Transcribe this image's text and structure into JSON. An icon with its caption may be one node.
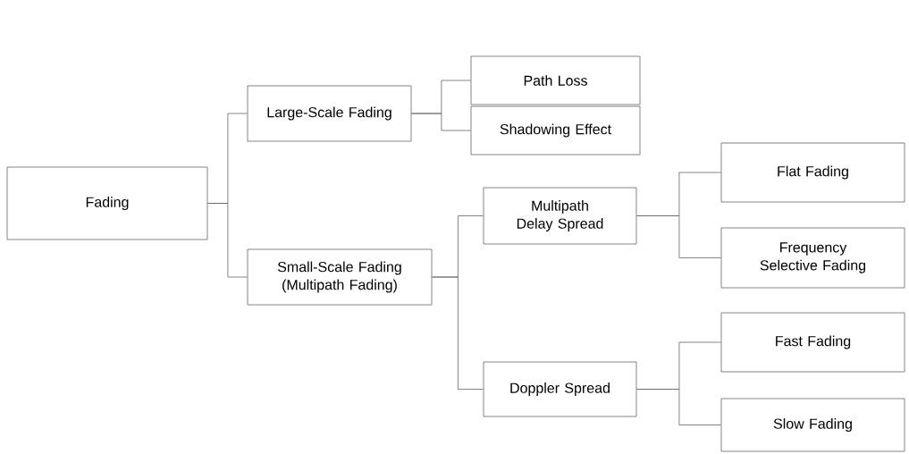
{
  "diagram": {
    "nodes": [
      {
        "text": [
          "Fading"
        ]
      },
      {
        "text": [
          "Large-Scale Fading"
        ]
      },
      {
        "text": [
          "Small-Scale Fading (Multipath Fading)"
        ]
      },
      {
        "text": [
          "Path Loss"
        ]
      },
      {
        "text": [
          "Shadowing Effect"
        ]
      },
      {
        "text": [
          "Multipath Delay Spread"
        ]
      },
      {
        "text": [
          "Doppler Spread"
        ]
      },
      {
        "text": [
          "Flat Fading"
        ]
      },
      {
        "text": [
          "Frequency Selective Fading"
        ]
      },
      {
        "text": [
          "Fast Fading"
        ]
      },
      {
        "text": [
          "Slow Fading"
        ]
      }
    ],
    "edges": [
      {
        "from": 0,
        "to": 1,
        "arrow": "none"
      },
      {
        "from": 0,
        "to": 2,
        "arrow": "none"
      },
      {
        "from": 1,
        "to": 3,
        "arrow": "none"
      },
      {
        "from": 1,
        "to": 4,
        "arrow": "none"
      },
      {
        "from": 2,
        "to": 5,
        "arrow": "none"
      },
      {
        "from": 2,
        "to": 6,
        "arrow": "none"
      },
      {
        "from": 5,
        "to": 7,
        "arrow": "none"
      },
      {
        "from": 5,
        "to": 8,
        "arrow": "none"
      },
      {
        "from": 6,
        "to": 9,
        "arrow": "none"
      },
      {
        "from": 6,
        "to": 10,
        "arrow": "none"
      }
    ]
  }
}
